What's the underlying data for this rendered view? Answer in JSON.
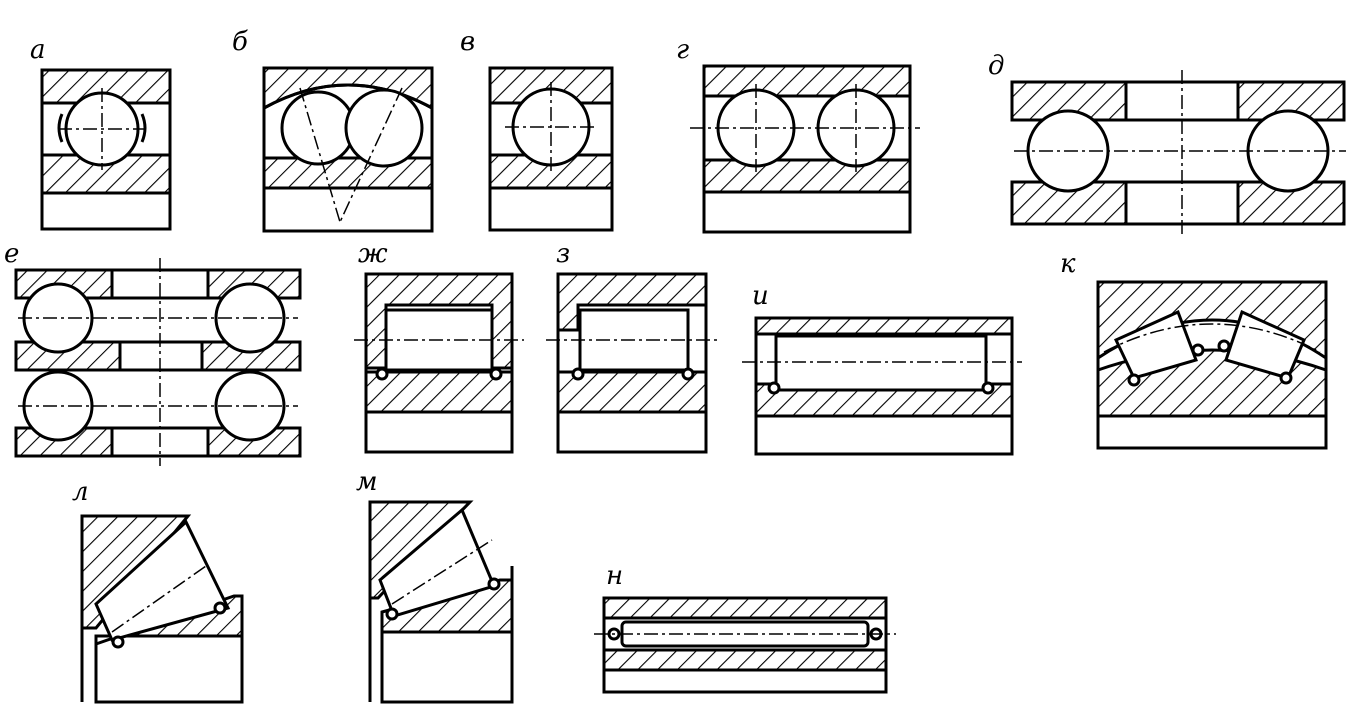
{
  "figure": {
    "panels": [
      {
        "id": "a",
        "label": "а"
      },
      {
        "id": "b",
        "label": "б"
      },
      {
        "id": "v",
        "label": "в"
      },
      {
        "id": "g",
        "label": "г"
      },
      {
        "id": "d",
        "label": "д"
      },
      {
        "id": "e",
        "label": "е"
      },
      {
        "id": "zh",
        "label": "ж"
      },
      {
        "id": "z",
        "label": "з"
      },
      {
        "id": "i",
        "label": "и"
      },
      {
        "id": "k",
        "label": "к"
      },
      {
        "id": "l",
        "label": "л"
      },
      {
        "id": "m",
        "label": "м"
      },
      {
        "id": "n",
        "label": "н"
      }
    ]
  }
}
